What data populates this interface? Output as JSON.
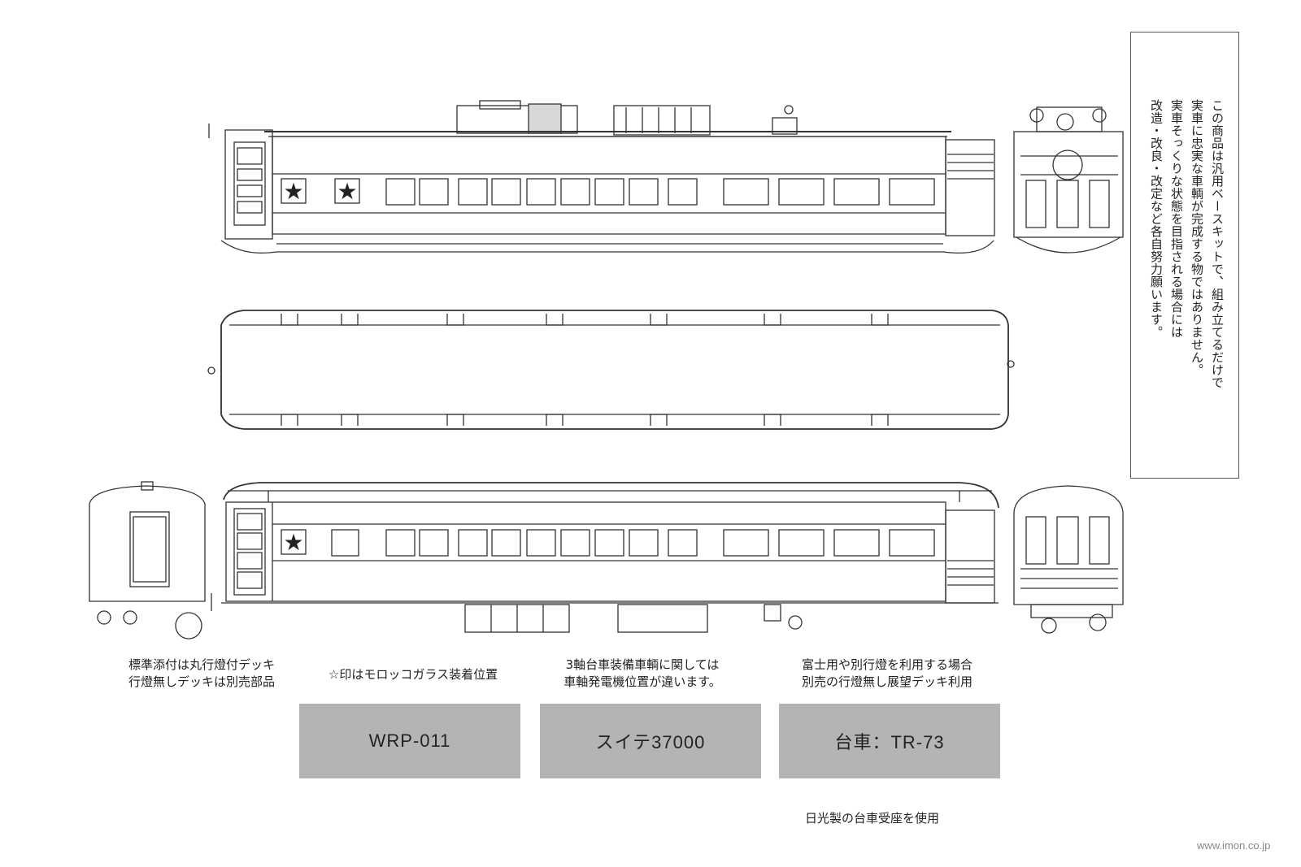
{
  "notice": {
    "lines": [
      "この商品は汎用ベースキットで、組み立てるだけで",
      "実車に忠実な車輌が完成する物ではありません。",
      "実車そっくりな状態を目指される場合には",
      "改造・改良・改定など各自努力願います。"
    ]
  },
  "captions": [
    {
      "lines": [
        "標準添付は丸行燈付デッキ",
        "行燈無しデッキは別売部品"
      ]
    },
    {
      "lines": [
        "☆印はモロッコガラス装着位置"
      ]
    },
    {
      "lines": [
        "3軸台車装備車輌に関しては",
        "車軸発電機位置が違います。"
      ]
    },
    {
      "lines": [
        "富士用や別行燈を利用する場合",
        "別売の行燈無し展望デッキ利用"
      ]
    }
  ],
  "labels": {
    "product_code": "WRP-011",
    "car_name": "スイテ37000",
    "bogie": "台車：TR-73"
  },
  "footnote": "日光製の台車受座を使用",
  "site_url": "www.imon.co.jp",
  "colors": {
    "line": "#333333",
    "label_box": "#b4b4b4"
  }
}
